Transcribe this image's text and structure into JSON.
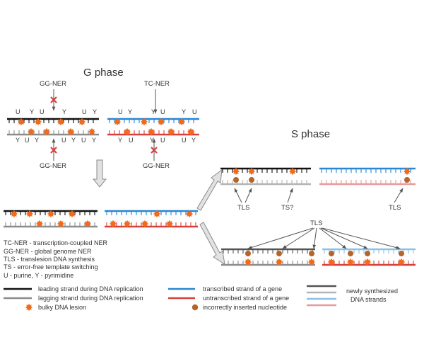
{
  "phases": {
    "g": "G phase",
    "s": "S phase"
  },
  "labels": {
    "ggner": "GG-NER",
    "tcner": "TC-NER",
    "tls": "TLS",
    "ts_q": "TS?"
  },
  "bases": {
    "g1_top": [
      "U",
      "Y",
      "U",
      "Y",
      "U",
      "Y"
    ],
    "g1_bot": [
      "Y",
      "U",
      "Y",
      "U",
      "Y",
      "U",
      "Y"
    ],
    "g2_top": [
      "U",
      "Y",
      "Y",
      "U",
      "Y",
      "U"
    ],
    "g2_bot": [
      "Y",
      "U",
      "Y",
      "U",
      "U",
      "Y"
    ]
  },
  "legend_text": [
    "TC-NER - transcription-coupled NER",
    "GG-NER - global genome NER",
    "TLS - translesion DNA synthesis",
    "TS - error-free template switching",
    "U - purine, Y - pyrimidine"
  ],
  "legend": {
    "leading": "leading strand during DNA replication",
    "lagging": "lagging strand during DNA replication",
    "lesion": "bulky DNA lesion",
    "transcribed": "transcribed strand of a gene",
    "untranscribed": "untranscribed strand of a gene",
    "incorrect": "incorrectly inserted nucleotide",
    "newly1": "newly synthesized",
    "newly2": "DNA strands"
  },
  "colors": {
    "leading": "#111111",
    "lagging": "#8c8c8c",
    "transcribed": "#2a86d0",
    "untranscribed": "#d8403c",
    "new_dark": "#555555",
    "new_gray": "#b4b4b4",
    "new_blue": "#8ec0e6",
    "new_pink": "#e89a9a",
    "lesion": "#f26b1d",
    "incorrect": "#b5652a"
  }
}
